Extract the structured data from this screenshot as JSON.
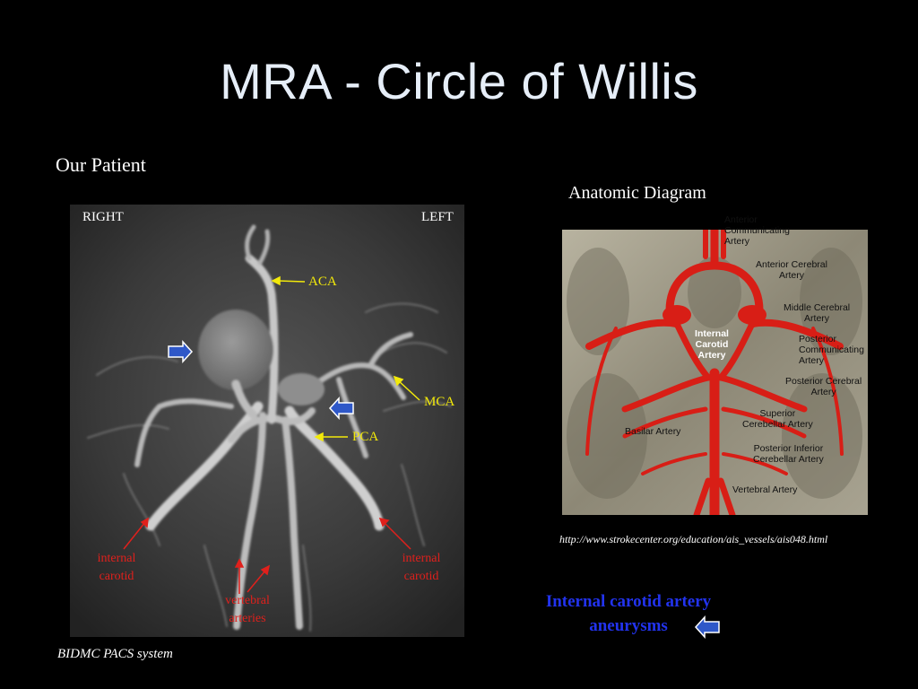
{
  "slide": {
    "title": "MRA - Circle of Willis",
    "left_heading": "Our Patient",
    "right_heading": "Anatomic Diagram",
    "side_right": "RIGHT",
    "side_left": "LEFT",
    "labels": {
      "aca": "ACA",
      "mca": "MCA",
      "pca": "PCA",
      "ic_right": "internal carotid",
      "ic_left": "internal carotid",
      "vertebral": "vertebral arteries"
    },
    "url": "http://www.strokecenter.org/education/ais_vessels/ais048.html",
    "caption": "Internal carotid artery aneurysms",
    "source": "BIDMC PACS system"
  },
  "diagram_labels": {
    "acom": [
      "Anterior",
      "Communicating",
      "Artery"
    ],
    "aca": [
      "Anterior Cerebral",
      "Artery"
    ],
    "mca": [
      "Middle Cerebral",
      "Artery"
    ],
    "pcom": [
      "Posterior",
      "Communicating",
      "Artery"
    ],
    "ica": [
      "Internal",
      "Carotid",
      "Artery"
    ],
    "pca": [
      "Posterior Cerebral",
      "Artery"
    ],
    "sca": [
      "Superior",
      "Cerebellar Artery"
    ],
    "basilar": [
      "Basilar Artery"
    ],
    "pica": [
      "Posterior Inferior",
      "Cerebellar Artery"
    ],
    "vertebral": [
      "Vertebral Artery"
    ]
  },
  "colors": {
    "red_label": "#e0201c",
    "yellow_label": "#f2e90a",
    "caption_blue": "#2233ee",
    "arrow_blue": "#2f58c8",
    "artery_red": "#d81e16"
  }
}
